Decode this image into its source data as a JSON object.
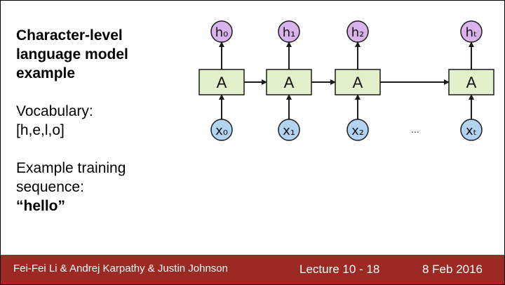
{
  "left": {
    "title_lines": [
      "Character-level",
      "language model",
      "example"
    ],
    "vocab_label": "Vocabulary:",
    "vocab_value": "[h,e,l,o]",
    "example_lines": [
      "Example training",
      "sequence:"
    ],
    "example_value": "“hello”"
  },
  "diagram": {
    "cell_label": "A",
    "outputs": [
      "h₀",
      "h₁",
      "h₂",
      "hₜ"
    ],
    "inputs": [
      "x₀",
      "x₁",
      "x₂",
      "xₜ"
    ],
    "ellipsis": "...",
    "colors": {
      "cell_fill": "#e2f0cb",
      "output_fill": "#d9b3ec",
      "input_fill": "#b3d3f2",
      "stroke": "#1a1a1a",
      "footer": "#9c2a22"
    }
  },
  "footer": {
    "authors": "Fei-Fei Li & Andrej Karpathy & Justin Johnson",
    "lecture": "Lecture 10 -  18",
    "date": "8 Feb 2016"
  }
}
